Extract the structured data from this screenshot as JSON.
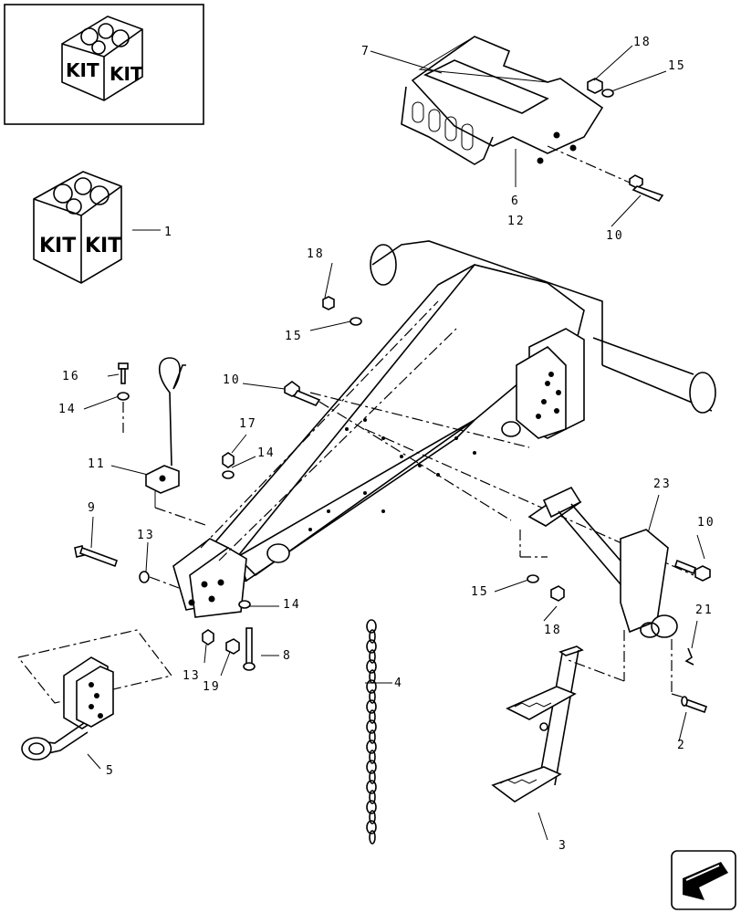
{
  "kit_box_label": "KIT",
  "callouts": [
    {
      "id": "c1",
      "text": "1"
    },
    {
      "id": "c2",
      "text": "2"
    },
    {
      "id": "c3",
      "text": "3"
    },
    {
      "id": "c4",
      "text": "4"
    },
    {
      "id": "c5",
      "text": "5"
    },
    {
      "id": "c6",
      "text": "6"
    },
    {
      "id": "c7",
      "text": "7"
    },
    {
      "id": "c8",
      "text": "8"
    },
    {
      "id": "c9",
      "text": "9"
    },
    {
      "id": "c10a",
      "text": "10"
    },
    {
      "id": "c10b",
      "text": "10"
    },
    {
      "id": "c10c",
      "text": "10"
    },
    {
      "id": "c11",
      "text": "11"
    },
    {
      "id": "c12",
      "text": "12"
    },
    {
      "id": "c13a",
      "text": "13"
    },
    {
      "id": "c13b",
      "text": "13"
    },
    {
      "id": "c14a",
      "text": "14"
    },
    {
      "id": "c14b",
      "text": "14"
    },
    {
      "id": "c14c",
      "text": "14"
    },
    {
      "id": "c15a",
      "text": "15"
    },
    {
      "id": "c15b",
      "text": "15"
    },
    {
      "id": "c15c",
      "text": "15"
    },
    {
      "id": "c16",
      "text": "16"
    },
    {
      "id": "c17",
      "text": "17"
    },
    {
      "id": "c18a",
      "text": "18"
    },
    {
      "id": "c18b",
      "text": "18"
    },
    {
      "id": "c18c",
      "text": "18"
    },
    {
      "id": "c19",
      "text": "19"
    },
    {
      "id": "c21",
      "text": "21"
    },
    {
      "id": "c23",
      "text": "23"
    }
  ],
  "nav_icon": "arrow-back-icon"
}
